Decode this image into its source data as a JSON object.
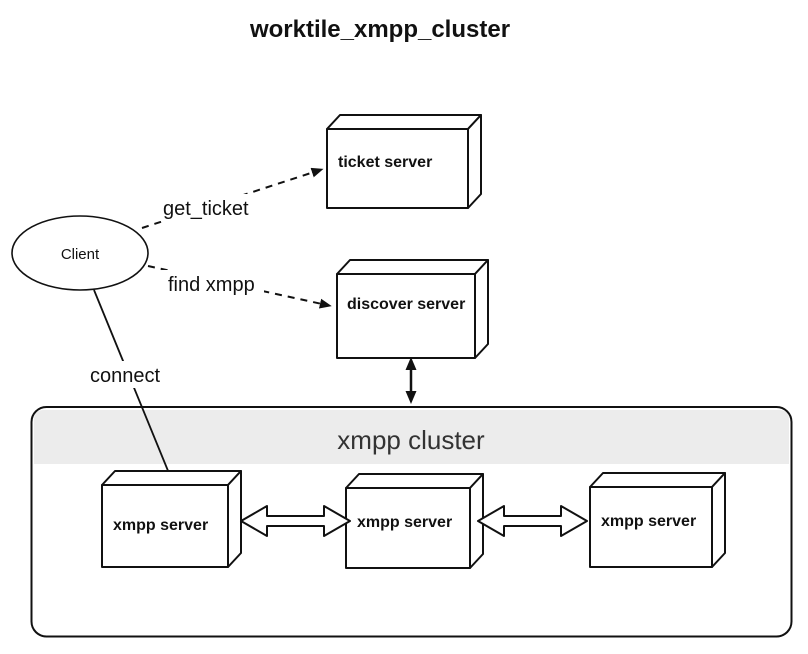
{
  "title": "worktile_xmpp_cluster",
  "nodes": {
    "client": {
      "label": "Client",
      "shape": "ellipse"
    },
    "ticket_server": {
      "label": "ticket server",
      "shape": "box3d"
    },
    "discover_server": {
      "label": "discover server",
      "shape": "box3d"
    },
    "xmpp_server_1": {
      "label": "xmpp server",
      "shape": "box3d"
    },
    "xmpp_server_2": {
      "label": "xmpp server",
      "shape": "box3d"
    },
    "xmpp_server_3": {
      "label": "xmpp server",
      "shape": "box3d"
    }
  },
  "cluster": {
    "label": "xmpp cluster"
  },
  "edges": {
    "get_ticket": {
      "label": "get_ticket",
      "from": "Client",
      "to": "ticket server",
      "style": "dashed-arrow"
    },
    "find_xmpp": {
      "label": "find xmpp",
      "from": "Client",
      "to": "discover server",
      "style": "dashed-arrow"
    },
    "connect": {
      "label": "connect",
      "from": "Client",
      "to": "xmpp server",
      "style": "solid-line"
    },
    "discover_to_cluster": {
      "from": "discover server",
      "to": "xmpp cluster",
      "style": "double-headed-arrow"
    },
    "xmpp1_to_xmpp2": {
      "from": "xmpp server",
      "to": "xmpp server",
      "style": "open-double-arrow"
    },
    "xmpp2_to_xmpp3": {
      "from": "xmpp server",
      "to": "xmpp server",
      "style": "open-double-arrow"
    }
  },
  "colors": {
    "stroke": "#111111",
    "node_fill": "#ffffff",
    "cluster_header": "#ececec",
    "background": "#ffffff"
  }
}
